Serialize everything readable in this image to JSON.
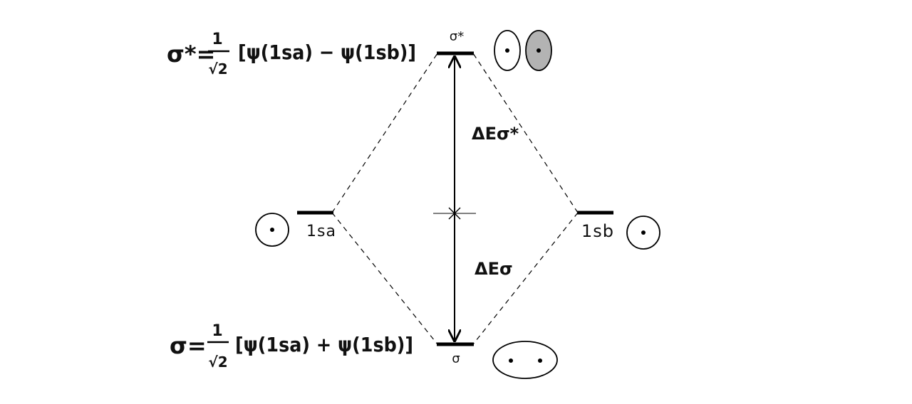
{
  "diagram": {
    "levels": {
      "sigma_star": "σ*",
      "sigma": "σ",
      "atomic_a": "1sa",
      "atomic_b": "1sb"
    },
    "energy_gaps": {
      "upper": "ΔEσ*",
      "lower": "ΔEσ"
    },
    "equations": {
      "antibonding": {
        "lhs": "σ*=",
        "coefficient_numerator": "1",
        "coefficient_denominator": "√2",
        "bracket": "[ψ(1sa) − ψ(1sb)]"
      },
      "bonding": {
        "lhs": "σ=",
        "coefficient_numerator": "1",
        "coefficient_denominator": "√2",
        "bracket": "[ψ(1sa) + ψ(1sb)]"
      }
    },
    "colors": {
      "ink": "#000000",
      "shaded_lobe": "#b3b3b3",
      "background": "#ffffff"
    }
  }
}
